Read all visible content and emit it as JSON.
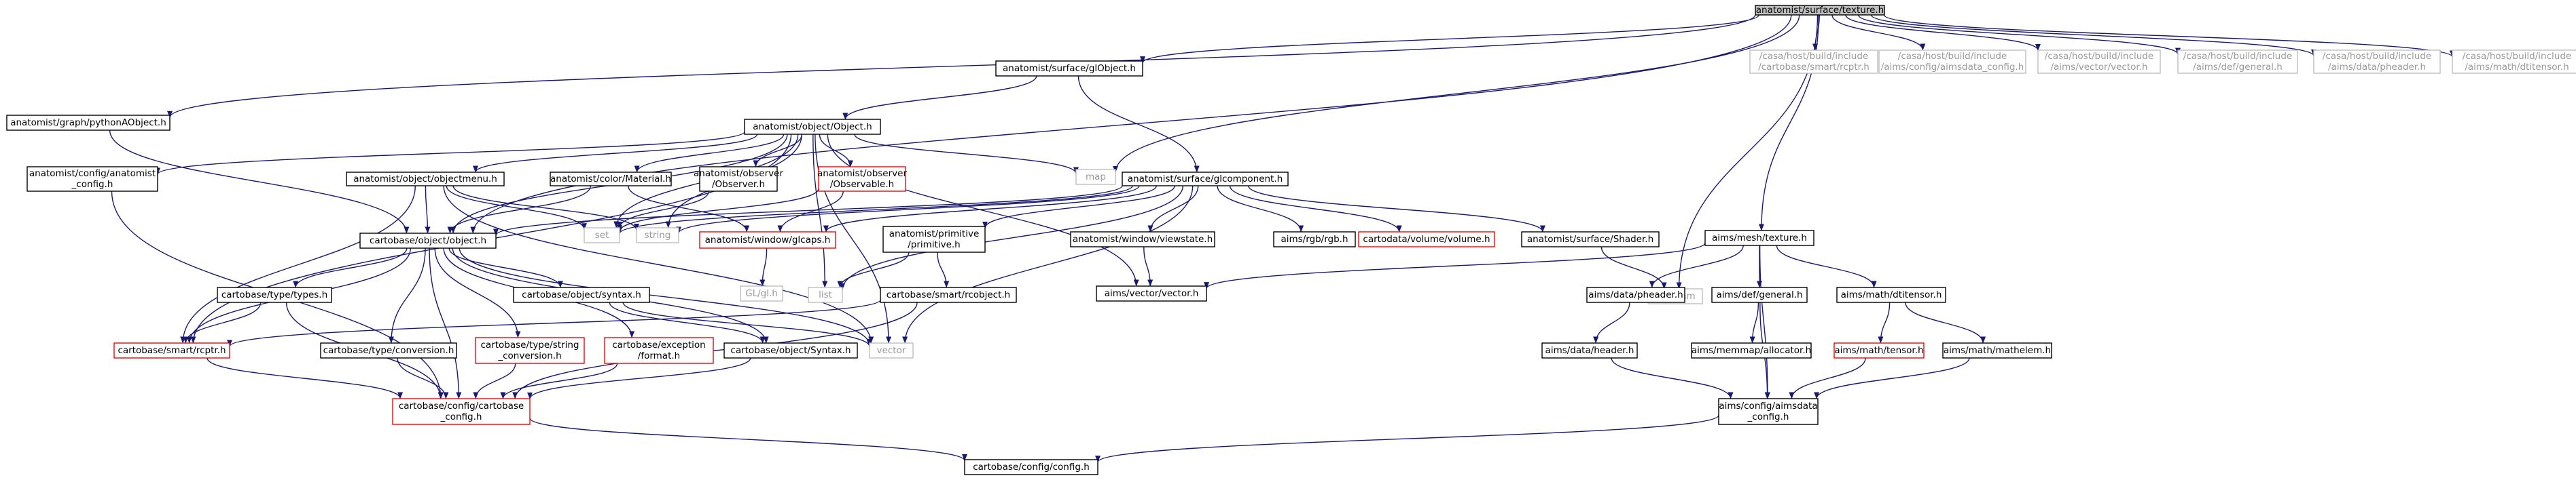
{
  "graph": {
    "title": "anatomist/surface/texture.h",
    "colors": {
      "edge": "#191970",
      "root_fill": "#bfbfbf",
      "border": "#000000",
      "missing_border": "#ff0000",
      "external_border": "#bfbfbf"
    },
    "nodes": [
      {
        "id": "texture",
        "lines": [
          "anatomist/surface/texture.h"
        ],
        "style": "root"
      },
      {
        "id": "pythonAObject",
        "lines": [
          "anatomist/graph/pythonAObject.h"
        ],
        "style": "normal"
      },
      {
        "id": "glObject",
        "lines": [
          "anatomist/surface/glObject.h"
        ],
        "style": "normal"
      },
      {
        "id": "Object",
        "lines": [
          "anatomist/object/Object.h"
        ],
        "style": "normal"
      },
      {
        "id": "map",
        "lines": [
          "map"
        ],
        "style": "external"
      },
      {
        "id": "ext_rcptr",
        "lines": [
          "/casa/host/build/include",
          "/cartobase/smart/rcptr.h"
        ],
        "style": "external"
      },
      {
        "id": "ext_aimsdata_config",
        "lines": [
          "/casa/host/build/include",
          "/aims/config/aimsdata_config.h"
        ],
        "style": "external"
      },
      {
        "id": "ext_vector",
        "lines": [
          "/casa/host/build/include",
          "/aims/vector/vector.h"
        ],
        "style": "external"
      },
      {
        "id": "ext_general",
        "lines": [
          "/casa/host/build/include",
          "/aims/def/general.h"
        ],
        "style": "external"
      },
      {
        "id": "ext_pheader",
        "lines": [
          "/casa/host/build/include",
          "/aims/data/pheader.h"
        ],
        "style": "external"
      },
      {
        "id": "ext_dtitensor",
        "lines": [
          "/casa/host/build/include",
          "/aims/math/dtitensor.h"
        ],
        "style": "external"
      },
      {
        "id": "anatomist_config",
        "lines": [
          "anatomist/config/anatomist",
          "_config.h"
        ],
        "style": "normal"
      },
      {
        "id": "objectmenu",
        "lines": [
          "anatomist/object/objectmenu.h"
        ],
        "style": "normal"
      },
      {
        "id": "Material",
        "lines": [
          "anatomist/color/Material.h"
        ],
        "style": "normal"
      },
      {
        "id": "Observer",
        "lines": [
          "anatomist/observer",
          "/Observer.h"
        ],
        "style": "normal"
      },
      {
        "id": "Observable",
        "lines": [
          "anatomist/observer",
          "/Observable.h"
        ],
        "style": "missing"
      },
      {
        "id": "glcomponent",
        "lines": [
          "anatomist/surface/glcomponent.h"
        ],
        "style": "normal"
      },
      {
        "id": "set",
        "lines": [
          "set"
        ],
        "style": "external"
      },
      {
        "id": "string",
        "lines": [
          "string"
        ],
        "style": "external"
      },
      {
        "id": "cb_object",
        "lines": [
          "cartobase/object/object.h"
        ],
        "style": "normal"
      },
      {
        "id": "glcaps",
        "lines": [
          "anatomist/window/glcaps.h"
        ],
        "style": "missing"
      },
      {
        "id": "primitive",
        "lines": [
          "anatomist/primitive",
          "/primitive.h"
        ],
        "style": "normal"
      },
      {
        "id": "viewstate",
        "lines": [
          "anatomist/window/viewstate.h"
        ],
        "style": "normal"
      },
      {
        "id": "rgb",
        "lines": [
          "aims/rgb/rgb.h"
        ],
        "style": "normal"
      },
      {
        "id": "volume",
        "lines": [
          "cartodata/volume/volume.h"
        ],
        "style": "missing"
      },
      {
        "id": "Shader",
        "lines": [
          "anatomist/surface/Shader.h"
        ],
        "style": "normal"
      },
      {
        "id": "aims_texture",
        "lines": [
          "aims/mesh/texture.h"
        ],
        "style": "normal"
      },
      {
        "id": "GLgl",
        "lines": [
          "GL/gl.h"
        ],
        "style": "external"
      },
      {
        "id": "types",
        "lines": [
          "cartobase/type/types.h"
        ],
        "style": "normal"
      },
      {
        "id": "syntax_h",
        "lines": [
          "cartobase/object/syntax.h"
        ],
        "style": "normal"
      },
      {
        "id": "list",
        "lines": [
          "list"
        ],
        "style": "external"
      },
      {
        "id": "rcobject",
        "lines": [
          "cartobase/smart/rcobject.h"
        ],
        "style": "normal"
      },
      {
        "id": "aims_vector",
        "lines": [
          "aims/vector/vector.h"
        ],
        "style": "normal"
      },
      {
        "id": "iostream",
        "lines": [
          "iostream"
        ],
        "style": "external"
      },
      {
        "id": "pheader",
        "lines": [
          "aims/data/pheader.h"
        ],
        "style": "normal"
      },
      {
        "id": "general",
        "lines": [
          "aims/def/general.h"
        ],
        "style": "normal"
      },
      {
        "id": "dtitensor",
        "lines": [
          "aims/math/dtitensor.h"
        ],
        "style": "normal"
      },
      {
        "id": "rcptr",
        "lines": [
          "cartobase/smart/rcptr.h"
        ],
        "style": "missing"
      },
      {
        "id": "vector",
        "lines": [
          "vector"
        ],
        "style": "external"
      },
      {
        "id": "conversion",
        "lines": [
          "cartobase/type/conversion.h"
        ],
        "style": "normal"
      },
      {
        "id": "string_conversion",
        "lines": [
          "cartobase/type/string",
          "_conversion.h"
        ],
        "style": "missing"
      },
      {
        "id": "format",
        "lines": [
          "cartobase/exception",
          "/format.h"
        ],
        "style": "missing"
      },
      {
        "id": "Syntax_cap",
        "lines": [
          "cartobase/object/Syntax.h"
        ],
        "style": "normal"
      },
      {
        "id": "aims_header",
        "lines": [
          "aims/data/header.h"
        ],
        "style": "normal"
      },
      {
        "id": "allocator",
        "lines": [
          "aims/memmap/allocator.h"
        ],
        "style": "normal"
      },
      {
        "id": "tensor",
        "lines": [
          "aims/math/tensor.h"
        ],
        "style": "missing"
      },
      {
        "id": "mathelem",
        "lines": [
          "aims/math/mathelem.h"
        ],
        "style": "normal"
      },
      {
        "id": "cartobase_config",
        "lines": [
          "cartobase/config/cartobase",
          "_config.h"
        ],
        "style": "missing"
      },
      {
        "id": "aimsdata_config",
        "lines": [
          "aims/config/aimsdata",
          "_config.h"
        ],
        "style": "normal"
      },
      {
        "id": "config",
        "lines": [
          "cartobase/config/config.h"
        ],
        "style": "normal"
      }
    ],
    "edges": [
      [
        "texture",
        "pythonAObject"
      ],
      [
        "texture",
        "glObject"
      ],
      [
        "texture",
        "cb_object"
      ],
      [
        "texture",
        "map"
      ],
      [
        "texture",
        "iostream"
      ],
      [
        "texture",
        "aims_texture"
      ],
      [
        "texture",
        "ext_rcptr"
      ],
      [
        "texture",
        "ext_aimsdata_config"
      ],
      [
        "texture",
        "ext_vector"
      ],
      [
        "texture",
        "ext_general"
      ],
      [
        "texture",
        "ext_pheader"
      ],
      [
        "texture",
        "ext_dtitensor"
      ],
      [
        "pythonAObject",
        "cb_object"
      ],
      [
        "glObject",
        "Object"
      ],
      [
        "glObject",
        "glcomponent"
      ],
      [
        "Object",
        "anatomist_config"
      ],
      [
        "Object",
        "objectmenu"
      ],
      [
        "Object",
        "Material"
      ],
      [
        "Object",
        "Observer"
      ],
      [
        "Object",
        "Observable"
      ],
      [
        "Object",
        "map"
      ],
      [
        "Object",
        "set"
      ],
      [
        "Object",
        "string"
      ],
      [
        "Object",
        "cb_object"
      ],
      [
        "Object",
        "list"
      ],
      [
        "Object",
        "vector"
      ],
      [
        "Object",
        "aims_vector"
      ],
      [
        "Object",
        "rcptr"
      ],
      [
        "anatomist_config",
        "cartobase_config"
      ],
      [
        "objectmenu",
        "cb_object"
      ],
      [
        "objectmenu",
        "set"
      ],
      [
        "objectmenu",
        "string"
      ],
      [
        "objectmenu",
        "vector"
      ],
      [
        "objectmenu",
        "rcptr"
      ],
      [
        "Material",
        "cb_object"
      ],
      [
        "Material",
        "glcaps"
      ],
      [
        "Observer",
        "set"
      ],
      [
        "Observable",
        "set"
      ],
      [
        "Observable",
        "glcaps"
      ],
      [
        "glcomponent",
        "cb_object"
      ],
      [
        "glcomponent",
        "set"
      ],
      [
        "glcomponent",
        "string"
      ],
      [
        "glcomponent",
        "glcaps"
      ],
      [
        "glcomponent",
        "primitive"
      ],
      [
        "glcomponent",
        "viewstate"
      ],
      [
        "glcomponent",
        "rgb"
      ],
      [
        "glcomponent",
        "volume"
      ],
      [
        "glcomponent",
        "Shader"
      ],
      [
        "glcomponent",
        "list"
      ],
      [
        "glcomponent",
        "vector"
      ],
      [
        "cb_object",
        "types"
      ],
      [
        "cb_object",
        "syntax_h"
      ],
      [
        "cb_object",
        "rcptr"
      ],
      [
        "cb_object",
        "conversion"
      ],
      [
        "cb_object",
        "string_conversion"
      ],
      [
        "cb_object",
        "format"
      ],
      [
        "cb_object",
        "Syntax_cap"
      ],
      [
        "cb_object",
        "vector"
      ],
      [
        "cb_object",
        "cartobase_config"
      ],
      [
        "glcaps",
        "GLgl"
      ],
      [
        "primitive",
        "list"
      ],
      [
        "primitive",
        "rcobject"
      ],
      [
        "viewstate",
        "aims_vector"
      ],
      [
        "Shader",
        "iostream"
      ],
      [
        "aims_texture",
        "aims_vector"
      ],
      [
        "aims_texture",
        "pheader"
      ],
      [
        "aims_texture",
        "general"
      ],
      [
        "aims_texture",
        "dtitensor"
      ],
      [
        "aims_texture",
        "aimsdata_config"
      ],
      [
        "types",
        "rcptr"
      ],
      [
        "types",
        "cartobase_config"
      ],
      [
        "syntax_h",
        "Syntax_cap"
      ],
      [
        "syntax_h",
        "vector"
      ],
      [
        "rcobject",
        "rcptr"
      ],
      [
        "rcobject",
        "cartobase_config"
      ],
      [
        "pheader",
        "aims_header"
      ],
      [
        "general",
        "allocator"
      ],
      [
        "general",
        "aimsdata_config"
      ],
      [
        "dtitensor",
        "tensor"
      ],
      [
        "dtitensor",
        "mathelem"
      ],
      [
        "rcptr",
        "cartobase_config"
      ],
      [
        "conversion",
        "cartobase_config"
      ],
      [
        "string_conversion",
        "cartobase_config"
      ],
      [
        "format",
        "cartobase_config"
      ],
      [
        "Syntax_cap",
        "cartobase_config"
      ],
      [
        "aims_header",
        "aimsdata_config"
      ],
      [
        "tensor",
        "aimsdata_config"
      ],
      [
        "mathelem",
        "aimsdata_config"
      ],
      [
        "cartobase_config",
        "config"
      ],
      [
        "aimsdata_config",
        "config"
      ]
    ]
  }
}
